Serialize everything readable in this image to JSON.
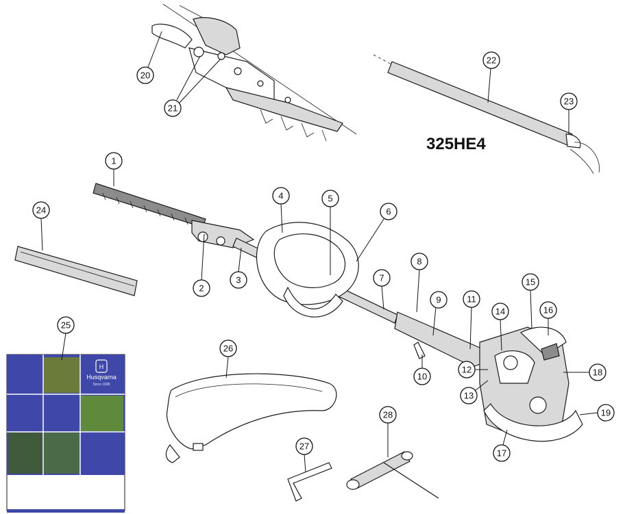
{
  "diagram": {
    "model_label": "325HE4",
    "manual_cover": {
      "brand": "Husqvarna",
      "tagline": "Since 1689",
      "brand_color": "#3f48a8",
      "logo_letter": "H"
    },
    "callouts": [
      "1",
      "2",
      "3",
      "4",
      "5",
      "6",
      "7",
      "8",
      "9",
      "10",
      "11",
      "12",
      "13",
      "14",
      "15",
      "16",
      "17",
      "18",
      "19",
      "20",
      "21",
      "22",
      "23",
      "24",
      "25",
      "26",
      "27",
      "28"
    ]
  }
}
